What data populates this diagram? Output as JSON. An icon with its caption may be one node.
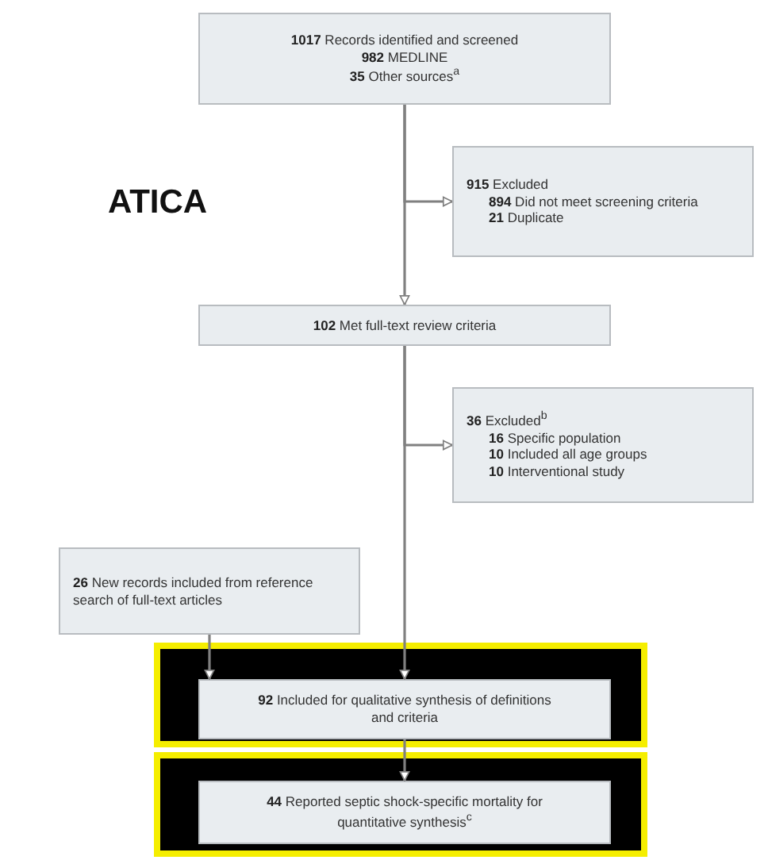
{
  "diagram": {
    "nodes": [
      {
        "text": [
          "**1017** Records identified and screened",
          "**982** MEDLINE",
          "**35** Other sources$^{a}$"
        ]
      },
      {
        "text": [
          "**915** Excluded",
          "**894** Did not meet screening criteria",
          "**21** Duplicate"
        ]
      },
      {
        "text": [
          "**102** Met full-text review criteria"
        ]
      },
      {
        "text": [
          "**36** Excluded$^{b}$",
          "**16** Specific population",
          "**10** Included all age groups",
          "**10** Interventional study"
        ]
      },
      {
        "text": [
          "**26** New records included from reference search of full-text articles"
        ]
      },
      {
        "text": [],
        "shape": "box"
      },
      {
        "text": [
          "**92** Included for qualitative synthesis of definitions and criteria"
        ],
        "in": 5
      },
      {
        "text": [],
        "shape": "box"
      },
      {
        "text": [
          "**44** Reported septic shock-specific mortality for quantitative synthesis$^{c}$"
        ],
        "in": 7
      }
    ],
    "edges": [
      {
        "from": 0,
        "to": 2,
        "arrow": "to"
      },
      {
        "from": 0,
        "to": 1,
        "arrow": "to"
      },
      {
        "from": 2,
        "to": 6,
        "arrow": "to"
      },
      {
        "from": 2,
        "to": 3,
        "arrow": "to"
      },
      {
        "from": 4,
        "to": 6,
        "arrow": "to"
      },
      {
        "from": 6,
        "to": 8,
        "arrow": "to"
      }
    ],
    "labels": [
      "ATICA"
    ]
  }
}
